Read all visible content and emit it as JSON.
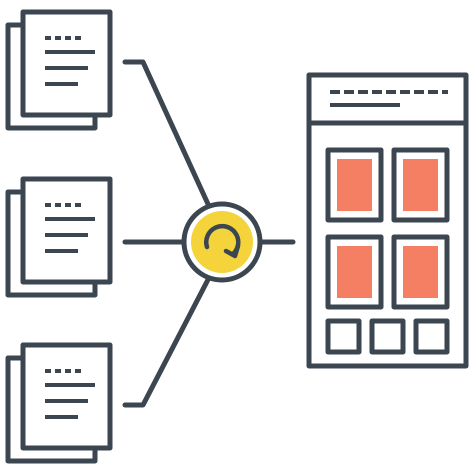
{
  "icon": {
    "depicts": "documents-merge-into-layout-illustration",
    "colors": {
      "stroke": "#3b4650",
      "accent_yellow": "#f5d33a",
      "accent_orange": "#f47f62",
      "background": "#ffffff"
    },
    "documents": [
      {
        "name": "document-stack-top"
      },
      {
        "name": "document-stack-middle"
      },
      {
        "name": "document-stack-bottom"
      }
    ],
    "center_icon": "sync-icon",
    "target": "layout-page-icon"
  }
}
